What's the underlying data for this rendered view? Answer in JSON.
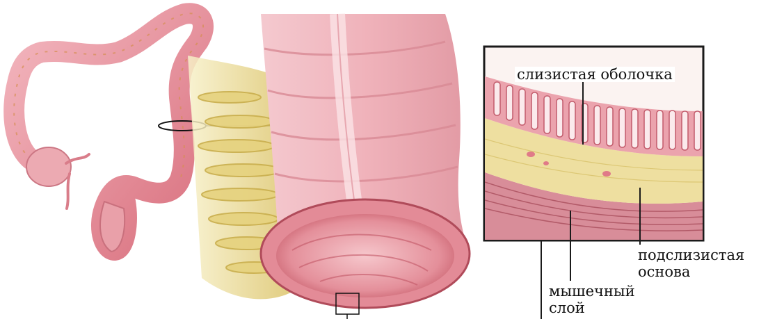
{
  "labels": {
    "mucosa": "слизистая оболочка",
    "submucosa_line1": "подслизистая",
    "submucosa_line2": "основа",
    "muscle_line1": "мышечный",
    "muscle_line2": "слой"
  },
  "colors": {
    "tissue_pink": "#e99aa3",
    "tissue_dark": "#c8606d",
    "fat_yellow": "#e8d98f",
    "submucosa_yellow": "#efe2a6",
    "muscle_red": "#c76876",
    "frame": "#1a1a1a"
  }
}
